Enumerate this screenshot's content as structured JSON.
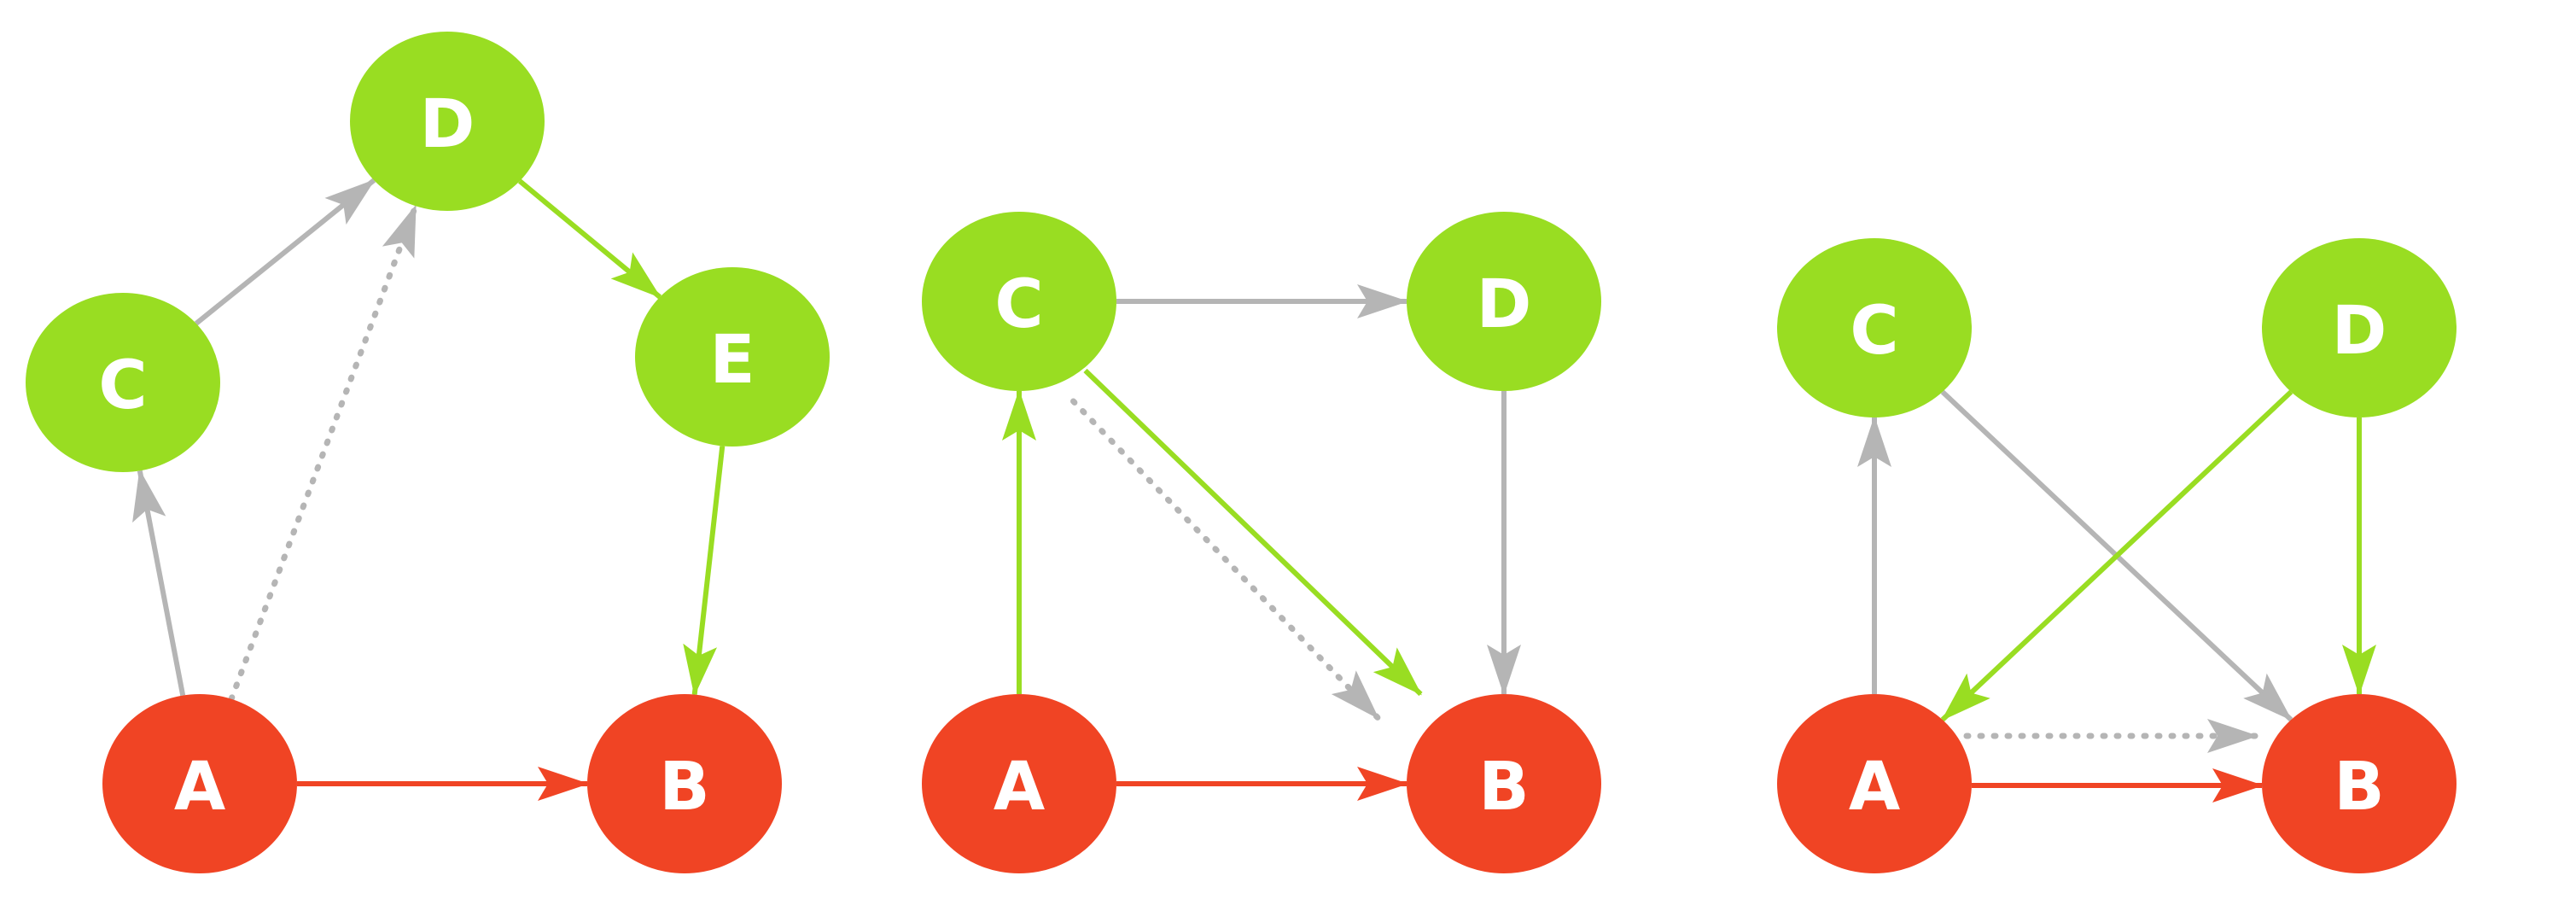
{
  "colors": {
    "green": "#99dd22",
    "red": "#f04424",
    "gray": "#b5b5b5",
    "label": "#ffffff"
  },
  "diagrams": [
    {
      "nodes": [
        {
          "id": "A",
          "label": "A",
          "color": "red"
        },
        {
          "id": "B",
          "label": "B",
          "color": "red"
        },
        {
          "id": "C",
          "label": "C",
          "color": "green"
        },
        {
          "id": "D",
          "label": "D",
          "color": "green"
        },
        {
          "id": "E",
          "label": "E",
          "color": "green"
        }
      ],
      "edges": [
        {
          "from": "A",
          "to": "B",
          "color": "red",
          "style": "solid"
        },
        {
          "from": "A",
          "to": "C",
          "color": "gray",
          "style": "solid"
        },
        {
          "from": "A",
          "to": "D",
          "color": "gray",
          "style": "dotted"
        },
        {
          "from": "C",
          "to": "D",
          "color": "gray",
          "style": "solid"
        },
        {
          "from": "D",
          "to": "E",
          "color": "green",
          "style": "solid"
        },
        {
          "from": "E",
          "to": "B",
          "color": "green",
          "style": "solid"
        }
      ]
    },
    {
      "nodes": [
        {
          "id": "A",
          "label": "A",
          "color": "red"
        },
        {
          "id": "B",
          "label": "B",
          "color": "red"
        },
        {
          "id": "C",
          "label": "C",
          "color": "green"
        },
        {
          "id": "D",
          "label": "D",
          "color": "green"
        }
      ],
      "edges": [
        {
          "from": "A",
          "to": "B",
          "color": "red",
          "style": "solid"
        },
        {
          "from": "A",
          "to": "C",
          "color": "green",
          "style": "solid"
        },
        {
          "from": "C",
          "to": "D",
          "color": "gray",
          "style": "solid"
        },
        {
          "from": "C",
          "to": "B",
          "color": "green",
          "style": "solid"
        },
        {
          "from": "C",
          "to": "B",
          "color": "gray",
          "style": "dotted"
        },
        {
          "from": "D",
          "to": "B",
          "color": "gray",
          "style": "solid"
        }
      ]
    },
    {
      "nodes": [
        {
          "id": "A",
          "label": "A",
          "color": "red"
        },
        {
          "id": "B",
          "label": "B",
          "color": "red"
        },
        {
          "id": "C",
          "label": "C",
          "color": "green"
        },
        {
          "id": "D",
          "label": "D",
          "color": "green"
        }
      ],
      "edges": [
        {
          "from": "A",
          "to": "B",
          "color": "red",
          "style": "solid"
        },
        {
          "from": "A",
          "to": "B",
          "color": "gray",
          "style": "dotted"
        },
        {
          "from": "A",
          "to": "C",
          "color": "gray",
          "style": "solid"
        },
        {
          "from": "C",
          "to": "B",
          "color": "gray",
          "style": "solid"
        },
        {
          "from": "D",
          "to": "A",
          "color": "green",
          "style": "solid"
        },
        {
          "from": "D",
          "to": "B",
          "color": "green",
          "style": "solid"
        }
      ]
    }
  ]
}
